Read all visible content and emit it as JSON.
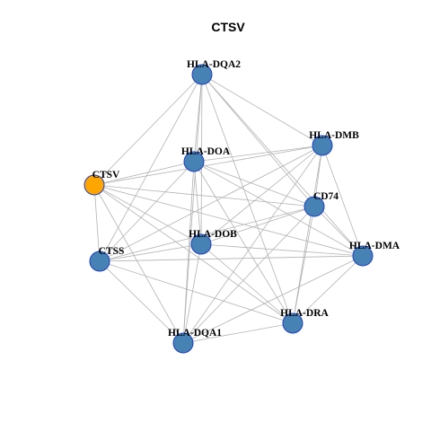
{
  "title": "CTSV",
  "colors": {
    "edge": "#b3b3b3",
    "node_default": "#4682b4",
    "node_highlight": "#ffa500",
    "node_border": "#1f3fbf"
  },
  "nodes": [
    {
      "id": "HLA-DQA2",
      "label": "HLA-DQA2",
      "highlight": false
    },
    {
      "id": "HLA-DMB",
      "label": "HLA-DMB",
      "highlight": false
    },
    {
      "id": "HLA-DOA",
      "label": "HLA-DOA",
      "highlight": false
    },
    {
      "id": "CTSV",
      "label": "CTSV",
      "highlight": true
    },
    {
      "id": "CD74",
      "label": "CD74",
      "highlight": false
    },
    {
      "id": "HLA-DOB",
      "label": "HLA-DOB",
      "highlight": false
    },
    {
      "id": "HLA-DMA",
      "label": "HLA-DMA",
      "highlight": false
    },
    {
      "id": "CTSS",
      "label": "CTSS",
      "highlight": false
    },
    {
      "id": "HLA-DRA",
      "label": "HLA-DRA",
      "highlight": false
    },
    {
      "id": "HLA-DQA1",
      "label": "HLA-DQA1",
      "highlight": false
    }
  ],
  "edges": [
    [
      "HLA-DQA2",
      "CTSV"
    ],
    [
      "HLA-DQA2",
      "HLA-DOA"
    ],
    [
      "HLA-DQA2",
      "HLA-DOB"
    ],
    [
      "HLA-DQA2",
      "CTSS"
    ],
    [
      "HLA-DQA2",
      "HLA-DQA1"
    ],
    [
      "HLA-DQA2",
      "CD74"
    ],
    [
      "HLA-DQA2",
      "HLA-DMA"
    ],
    [
      "HLA-DQA2",
      "HLA-DRA"
    ],
    [
      "HLA-DQA2",
      "HLA-DMB"
    ],
    [
      "HLA-DMB",
      "CTSV"
    ],
    [
      "HLA-DMB",
      "HLA-DOA"
    ],
    [
      "HLA-DMB",
      "HLA-DOB"
    ],
    [
      "HLA-DMB",
      "CTSS"
    ],
    [
      "HLA-DMB",
      "HLA-DQA1"
    ],
    [
      "HLA-DMB",
      "HLA-DRA"
    ],
    [
      "HLA-DMB",
      "HLA-DMA"
    ],
    [
      "HLA-DMB",
      "CD74"
    ],
    [
      "HLA-DOA",
      "CTSV"
    ],
    [
      "HLA-DOA",
      "HLA-DOB"
    ],
    [
      "HLA-DOA",
      "CD74"
    ],
    [
      "HLA-DOA",
      "HLA-DMA"
    ],
    [
      "HLA-DOA",
      "HLA-DRA"
    ],
    [
      "HLA-DOA",
      "HLA-DQA1"
    ],
    [
      "HLA-DOA",
      "CTSS"
    ],
    [
      "CTSV",
      "CD74"
    ],
    [
      "CTSV",
      "HLA-DOB"
    ],
    [
      "CTSV",
      "HLA-DMA"
    ],
    [
      "CTSV",
      "CTSS"
    ],
    [
      "CTSV",
      "HLA-DRA"
    ],
    [
      "CTSV",
      "HLA-DQA1"
    ],
    [
      "CD74",
      "HLA-DOB"
    ],
    [
      "CD74",
      "HLA-DMA"
    ],
    [
      "CD74",
      "CTSS"
    ],
    [
      "CD74",
      "HLA-DRA"
    ],
    [
      "CD74",
      "HLA-DQA1"
    ],
    [
      "HLA-DOB",
      "HLA-DMA"
    ],
    [
      "HLA-DOB",
      "CTSS"
    ],
    [
      "HLA-DOB",
      "HLA-DRA"
    ],
    [
      "HLA-DOB",
      "HLA-DQA1"
    ],
    [
      "HLA-DMA",
      "CTSS"
    ],
    [
      "HLA-DMA",
      "HLA-DRA"
    ],
    [
      "HLA-DMA",
      "HLA-DQA1"
    ],
    [
      "CTSS",
      "HLA-DRA"
    ],
    [
      "CTSS",
      "HLA-DQA1"
    ],
    [
      "HLA-DRA",
      "HLA-DQA1"
    ]
  ]
}
